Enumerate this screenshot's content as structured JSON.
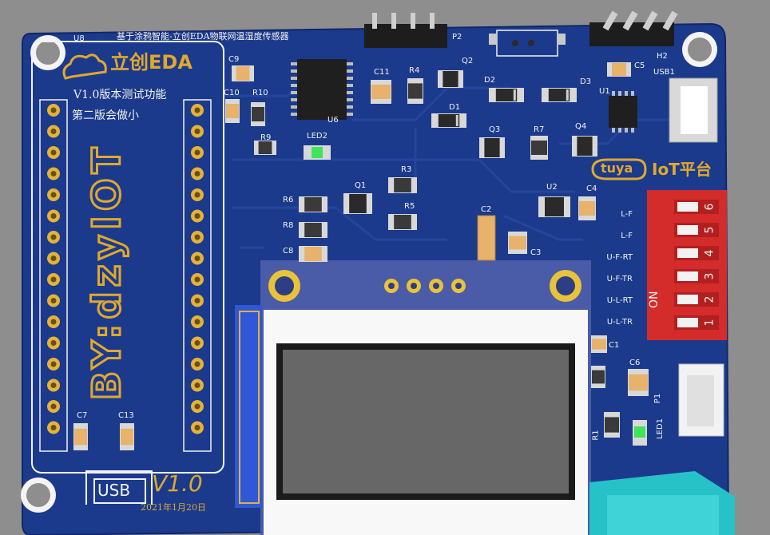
{
  "board": {
    "title_cn": "基于涂鸦智能-立创EDA物联网温湿度传感器",
    "tuya_brand": "tuya",
    "iot_platform": "IoT平台",
    "colors": {
      "pcb": "#1b3a8c",
      "silk": "#f2f2f2",
      "gold": "#d6a93a",
      "dip": "#d42b2b",
      "oled": "#4a5ca8",
      "dht": "#27c2c8"
    }
  },
  "module": {
    "u8": "U8",
    "logo": "立创EDA",
    "version_note": "V1.0版本测试功能",
    "version_note2": "第二版会做小",
    "signature": "BY:dzyIOT",
    "usb": "USB",
    "version": "V1.0",
    "date": "2021年1月20日"
  },
  "labels": {
    "p2": "P2",
    "h2": "H2",
    "usb1": "USB1",
    "u6": "U6",
    "u1": "U1",
    "u2": "U2",
    "q1": "Q1",
    "q2": "Q2",
    "q3": "Q3",
    "q4": "Q4",
    "d1": "D1",
    "d2": "D2",
    "d3": "D3",
    "c1": "C1",
    "c2": "C2",
    "c3": "C3",
    "c4": "C4",
    "c5": "C5",
    "c6": "C6",
    "c7": "C7",
    "c8": "C8",
    "c9": "C9",
    "c10": "C10",
    "c11": "C11",
    "c13": "C13",
    "r1": "R1",
    "r3": "R3",
    "r4": "R4",
    "r5": "R5",
    "r6": "R6",
    "r7": "R7",
    "r8": "R8",
    "r9": "R9",
    "r10": "R10",
    "led2": "LED2",
    "led1": "LED1",
    "p1": "P1"
  },
  "dip_switch": {
    "on_label": "ON",
    "numbers": [
      "6",
      "5",
      "4",
      "3",
      "2",
      "1"
    ],
    "signals": [
      "L-F",
      "L-F",
      "U-F-RT",
      "U-F-TR",
      "U-L-RT",
      "U-L-TR"
    ]
  }
}
